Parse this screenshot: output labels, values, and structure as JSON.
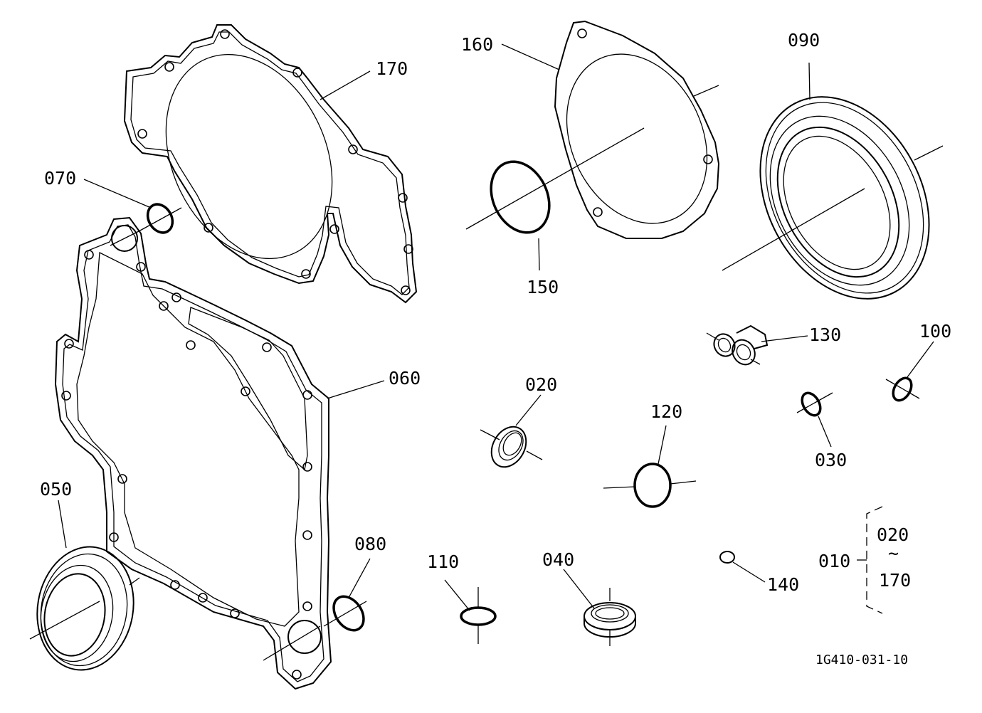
{
  "diagram": {
    "part_labels": {
      "p170": "170",
      "p160": "160",
      "p090": "090",
      "p070": "070",
      "p150": "150",
      "p130": "130",
      "p100": "100",
      "p060": "060",
      "p020": "020",
      "p120": "120",
      "p030": "030",
      "p050": "050",
      "p080": "080",
      "p110": "110",
      "p040": "040",
      "p140": "140",
      "p010": "010"
    },
    "range_note": {
      "from": "020",
      "tilde": "~",
      "to": "170"
    },
    "drawing_code": "1G410-031-10"
  }
}
